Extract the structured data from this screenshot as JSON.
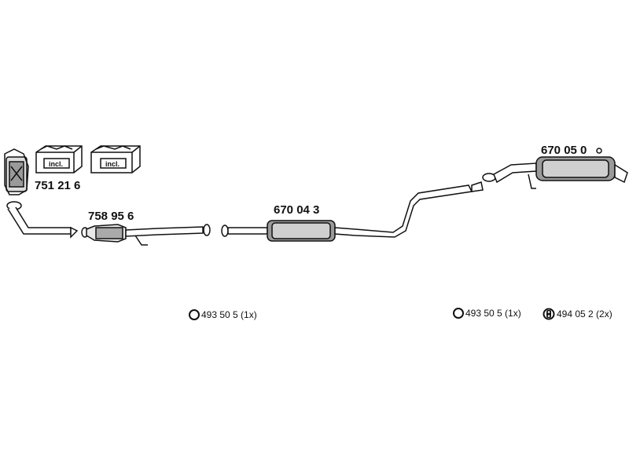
{
  "parts": {
    "manifold": "751 21 6",
    "catalyst": "758 95 6",
    "middle_silencer": "670 04 3",
    "rear_silencer": "670 05 0"
  },
  "kits": [
    {
      "label": "incl.",
      "icon": "gasket-kit-icon"
    },
    {
      "label": "incl.",
      "icon": "bolt-kit-icon"
    }
  ],
  "accessories": [
    {
      "icon": "ring-icon",
      "text": "493 50 5 (1x)"
    },
    {
      "icon": "ring-icon",
      "text": "493 50 5 (1x)"
    },
    {
      "icon": "rubber-hanger-icon",
      "text": "494 05 2 (2x)"
    }
  ]
}
